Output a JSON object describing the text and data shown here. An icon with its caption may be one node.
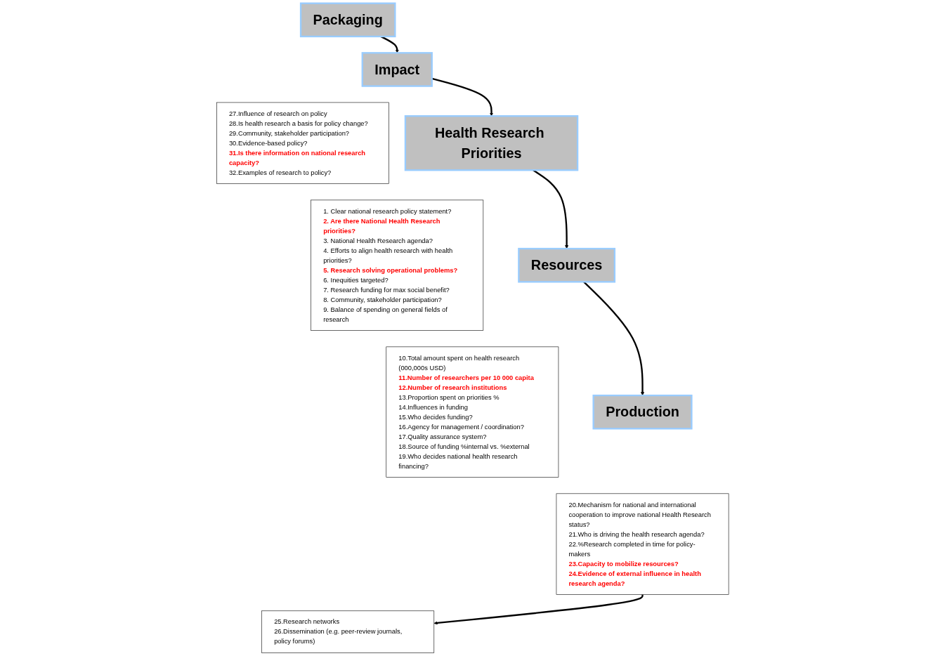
{
  "diagram": {
    "nodes": [
      {
        "text": [
          "Health Research Priorities"
        ]
      },
      {
        "text": [
          "1. Clear national research policy statement?",
          "**2. Are there National Health Research priorities?**",
          "3. National Health Research agenda?",
          "4. Efforts to align health research with health priorities?",
          "**5. Research solving operational problems?**",
          "6. Inequities targeted?",
          "7. Research funding for max social benefit?",
          "8. Community, stakeholder participation?",
          "9. Balance of spending on general fields of research"
        ]
      },
      {
        "text": [
          "Impact"
        ]
      },
      {
        "text": [
          "27.Influence of research on policy",
          "28.Is health research a basis for policy change?",
          "29.Community, stakeholder participation?",
          "30.Evidence-based policy?",
          "**31.Is there information on national research capacity?**",
          "32.Examples of research to policy?"
        ]
      },
      {
        "text": [
          "Resources"
        ]
      },
      {
        "text": [
          "10.Total amount spent on health research (000,000s USD)",
          "**11.Number of researchers per 10 000 capita**",
          "**12.Number of research institutions**",
          "13.Proportion spent on priorities %",
          "14.Influences in funding",
          "15.Who decides funding?",
          "16.Agency for management / coordination?",
          "17.Quality assurance system?",
          "18.Source of funding %internal vs. %external",
          "19.Who decides national health research financing?"
        ]
      },
      {
        "text": [
          "Packaging"
        ]
      },
      {
        "text": [
          "25.Research networks",
          "26.Dissemination (e.g. peer-review journals, policy forums)"
        ]
      },
      {
        "text": [
          "Production"
        ]
      },
      {
        "text": [
          "20.Mechanism for national and international cooperation to improve national Health Research status?",
          "21.Who is driving the health research agenda?",
          "22.%Research completed in time for policy-makers",
          "**23.Capacity to mobilize resources?**",
          "**24.Evidence of external influence in health research agenda?**"
        ]
      }
    ],
    "edges": [
      {
        "from": 0,
        "to": 4,
        "arrow": "to"
      },
      {
        "from": 4,
        "to": 8,
        "arrow": "to"
      },
      {
        "from": 9,
        "to": 7,
        "arrow": "to"
      },
      {
        "from": 6,
        "to": 2,
        "arrow": "to"
      },
      {
        "from": 2,
        "to": 0,
        "arrow": "to"
      }
    ]
  }
}
